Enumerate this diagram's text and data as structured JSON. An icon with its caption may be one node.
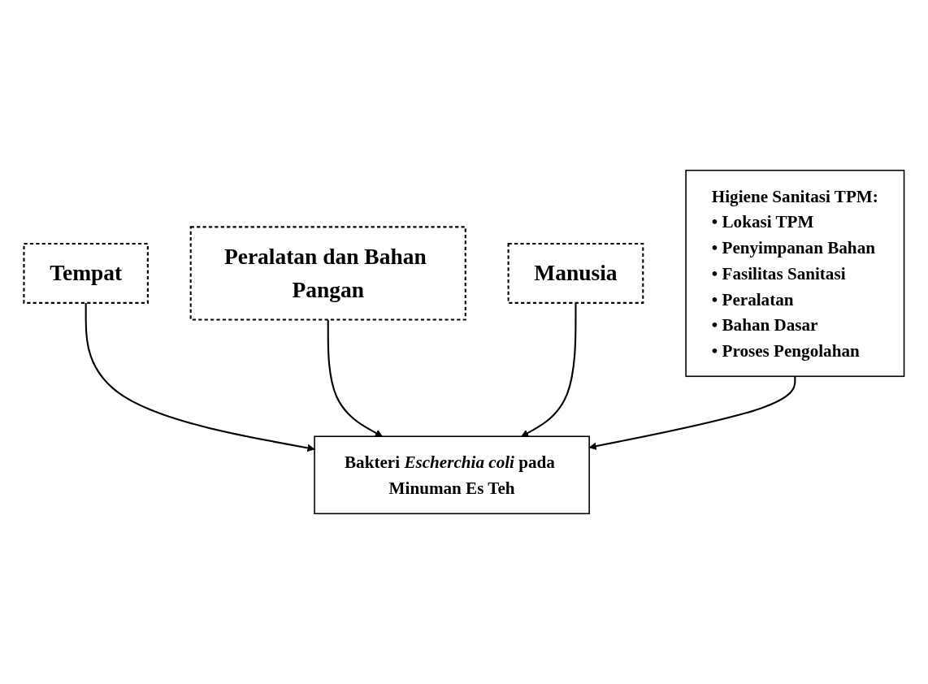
{
  "diagram": {
    "nodes": [
      {
        "text": [
          "Tempat"
        ]
      },
      {
        "text": [
          "Peralatan dan Bahan Pangan"
        ]
      },
      {
        "text": [
          "Bakteri *Escherchia coli* pada Minuman Es Teh"
        ]
      },
      {
        "text": [
          "Manusia"
        ]
      },
      {
        "text": [
          "Higiene Sanitasi TPM:",
          "• Lokasi TPM",
          "• Penyimpanan Bahan",
          "• Fasilitas Sanitasi",
          "• Peralatan",
          "• Bahan Dasar",
          "• Proses Pengolahan"
        ]
      }
    ],
    "edges": [
      {
        "from": 0,
        "to": 2,
        "arrow": "to"
      },
      {
        "from": 1,
        "to": 2,
        "arrow": "to"
      },
      {
        "from": 3,
        "to": 2,
        "arrow": "to"
      },
      {
        "from": 4,
        "to": 2,
        "arrow": "to"
      }
    ]
  }
}
